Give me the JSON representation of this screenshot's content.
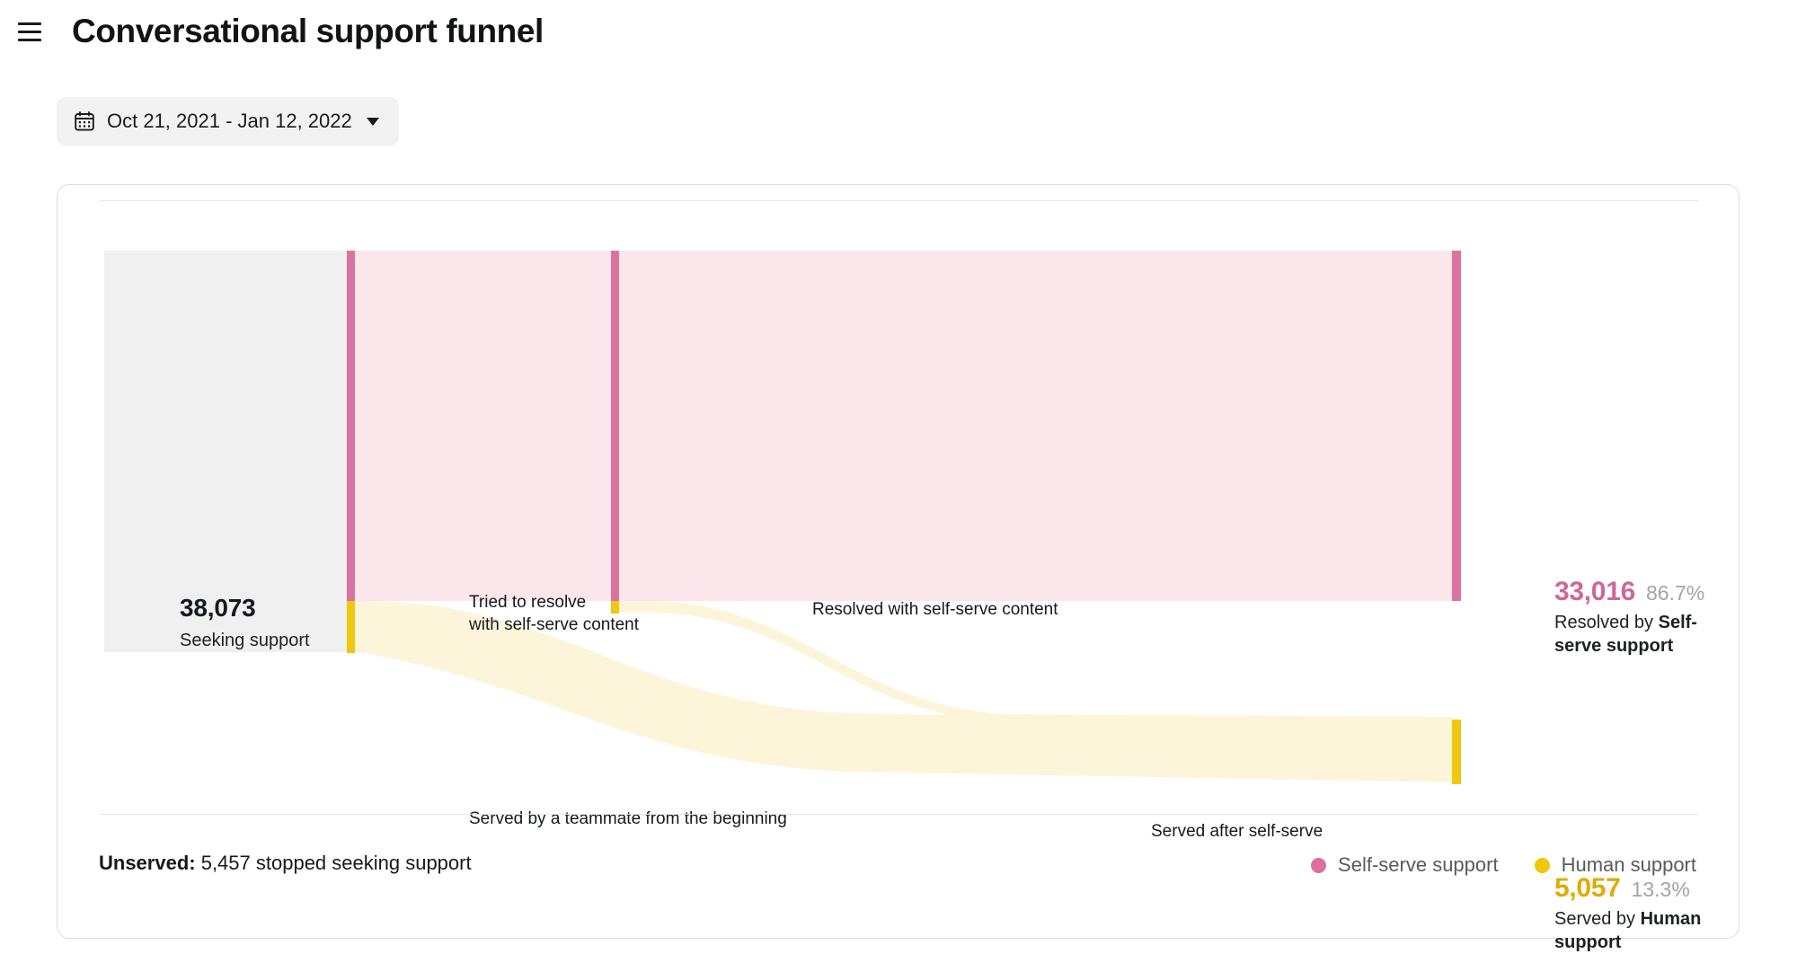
{
  "header": {
    "menu_icon": "hamburger-menu-icon",
    "title": "Conversational support funnel"
  },
  "date_filter": {
    "icon": "calendar-icon",
    "label": "Oct 21, 2021 - Jan 12, 2022",
    "caret": "chevron-down-icon"
  },
  "chart_data": {
    "type": "sankey",
    "title": "Conversational support funnel",
    "source": {
      "value": "38,073",
      "label": "Seeking support",
      "raw": 38073
    },
    "flows": [
      {
        "id": "tried-self-serve",
        "label": "Tried to resolve\nwith self-serve content",
        "color": "#fbe6ec",
        "category": "Self-serve support"
      },
      {
        "id": "resolved-self-serve",
        "label": "Resolved with self-serve content",
        "color": "#fbe6ec",
        "category": "Self-serve support"
      },
      {
        "id": "served-teammate-beginning",
        "label": "Served by a teammate from the beginning",
        "color": "#fdf5da",
        "category": "Human support"
      },
      {
        "id": "served-after-self-serve",
        "label": "Served after self-serve",
        "color": "#fdf5da",
        "category": "Human support"
      }
    ],
    "outcomes": [
      {
        "id": "self-serve",
        "value": "33,016",
        "raw": 33016,
        "percent": "86.7%",
        "prefix": "Resolved by ",
        "name": "Self-serve support",
        "color": "#d0669b"
      },
      {
        "id": "human",
        "value": "5,057",
        "raw": 5057,
        "percent": "13.3%",
        "prefix": "Served by ",
        "name": "Human support",
        "color": "#e0ab09"
      }
    ],
    "unserved": {
      "label": "Unserved:",
      "text": " 5,457 stopped seeking support",
      "raw": 5457
    },
    "legend": [
      {
        "label": "Self-serve support",
        "color": "#dc6f9e"
      },
      {
        "label": "Human support",
        "color": "#f0c808"
      }
    ],
    "colors": {
      "node_pink": "#dc739f",
      "node_yellow": "#efc70c",
      "flow_pink": "#fbe6ec",
      "flow_yellow": "#fdf5da",
      "source_block": "#f0f0f0"
    }
  }
}
